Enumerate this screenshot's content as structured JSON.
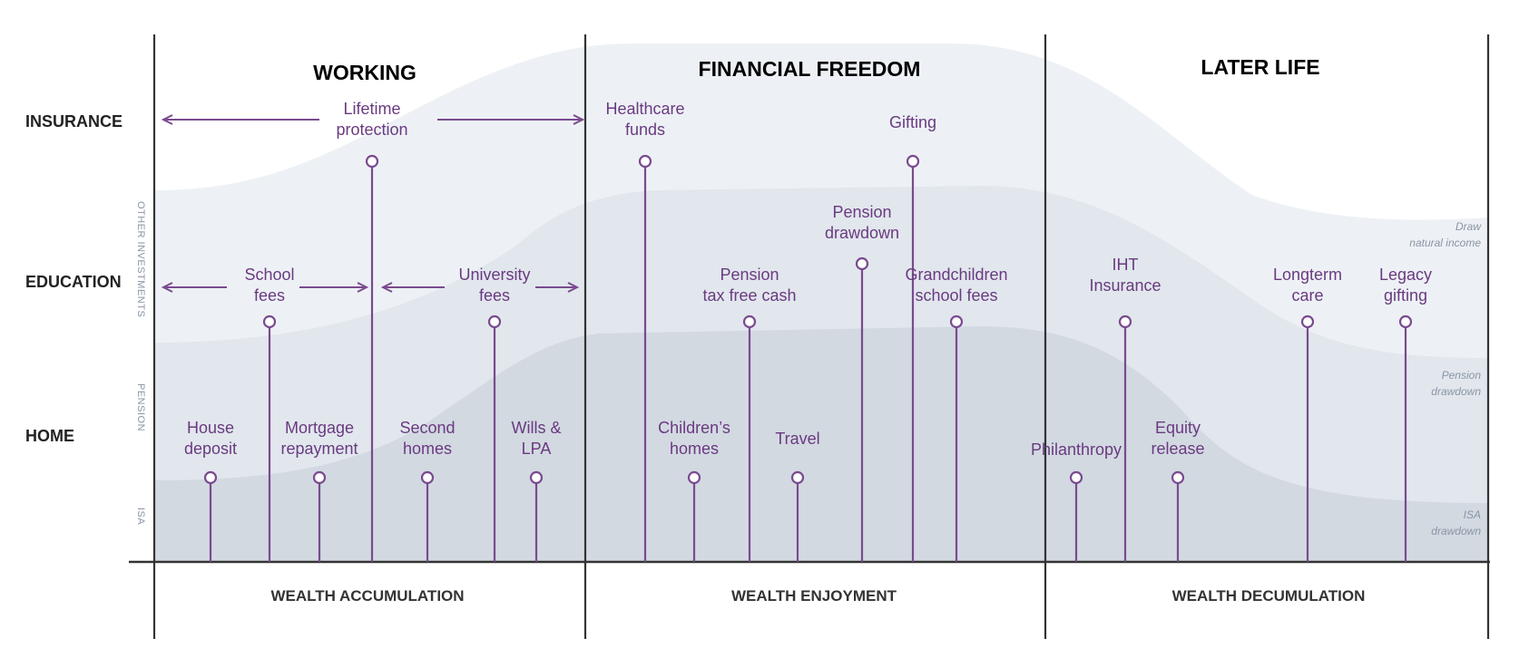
{
  "phases": [
    {
      "id": "working",
      "title": "WORKING",
      "footer": "WEALTH ACCUMULATION"
    },
    {
      "id": "financial-freedom",
      "title": "FINANCIAL FREEDOM",
      "footer": "WEALTH ENJOYMENT"
    },
    {
      "id": "later-life",
      "title": "LATER LIFE",
      "footer": "WEALTH DECUMULATION"
    }
  ],
  "rows": [
    "INSURANCE",
    "EDUCATION",
    "HOME"
  ],
  "bands": [
    {
      "id": "other-investments",
      "label": "OTHER INVESTMENTS",
      "side_note": [
        "Draw",
        "natural income"
      ]
    },
    {
      "id": "pension",
      "label": "PENSION",
      "side_note": [
        "Pension",
        "drawdown"
      ]
    },
    {
      "id": "isa",
      "label": "ISA",
      "side_note": [
        "ISA",
        "drawdown"
      ]
    }
  ],
  "items": [
    {
      "id": "lifetime-protection",
      "lines": [
        "Lifetime",
        "protection"
      ]
    },
    {
      "id": "school-fees",
      "lines": [
        "School",
        "fees"
      ]
    },
    {
      "id": "university-fees",
      "lines": [
        "University",
        "fees"
      ]
    },
    {
      "id": "house-deposit",
      "lines": [
        "House",
        "deposit"
      ]
    },
    {
      "id": "mortgage-repayment",
      "lines": [
        "Mortgage",
        "repayment"
      ]
    },
    {
      "id": "second-homes",
      "lines": [
        "Second",
        "homes"
      ]
    },
    {
      "id": "wills-lpa",
      "lines": [
        "Wills &",
        "LPA"
      ]
    },
    {
      "id": "healthcare-funds",
      "lines": [
        "Healthcare",
        "funds"
      ]
    },
    {
      "id": "gifting",
      "lines": [
        "Gifting"
      ]
    },
    {
      "id": "pension-drawdown",
      "lines": [
        "Pension",
        "drawdown"
      ]
    },
    {
      "id": "pension-tax-free-cash",
      "lines": [
        "Pension",
        "tax free cash"
      ]
    },
    {
      "id": "grandchildren-school-fees",
      "lines": [
        "Grandchildren",
        "school fees"
      ]
    },
    {
      "id": "childrens-homes",
      "lines": [
        "Children’s",
        "homes"
      ]
    },
    {
      "id": "travel",
      "lines": [
        "Travel"
      ]
    },
    {
      "id": "iht-insurance",
      "lines": [
        "IHT",
        "Insurance"
      ]
    },
    {
      "id": "longterm-care",
      "lines": [
        "Longterm",
        "care"
      ]
    },
    {
      "id": "legacy-gifting",
      "lines": [
        "Legacy",
        "gifting"
      ]
    },
    {
      "id": "philanthropy",
      "lines": [
        "Philanthropy"
      ]
    },
    {
      "id": "equity-release",
      "lines": [
        "Equity",
        "release"
      ]
    }
  ],
  "colors": {
    "accent": "#7a4a8f",
    "label": "#6a3a80",
    "band_outer": "#edf1f5",
    "band_middle": "#e1e7ed",
    "band_inner": "#d2d9e1",
    "band_core": "#c5cdd7"
  }
}
